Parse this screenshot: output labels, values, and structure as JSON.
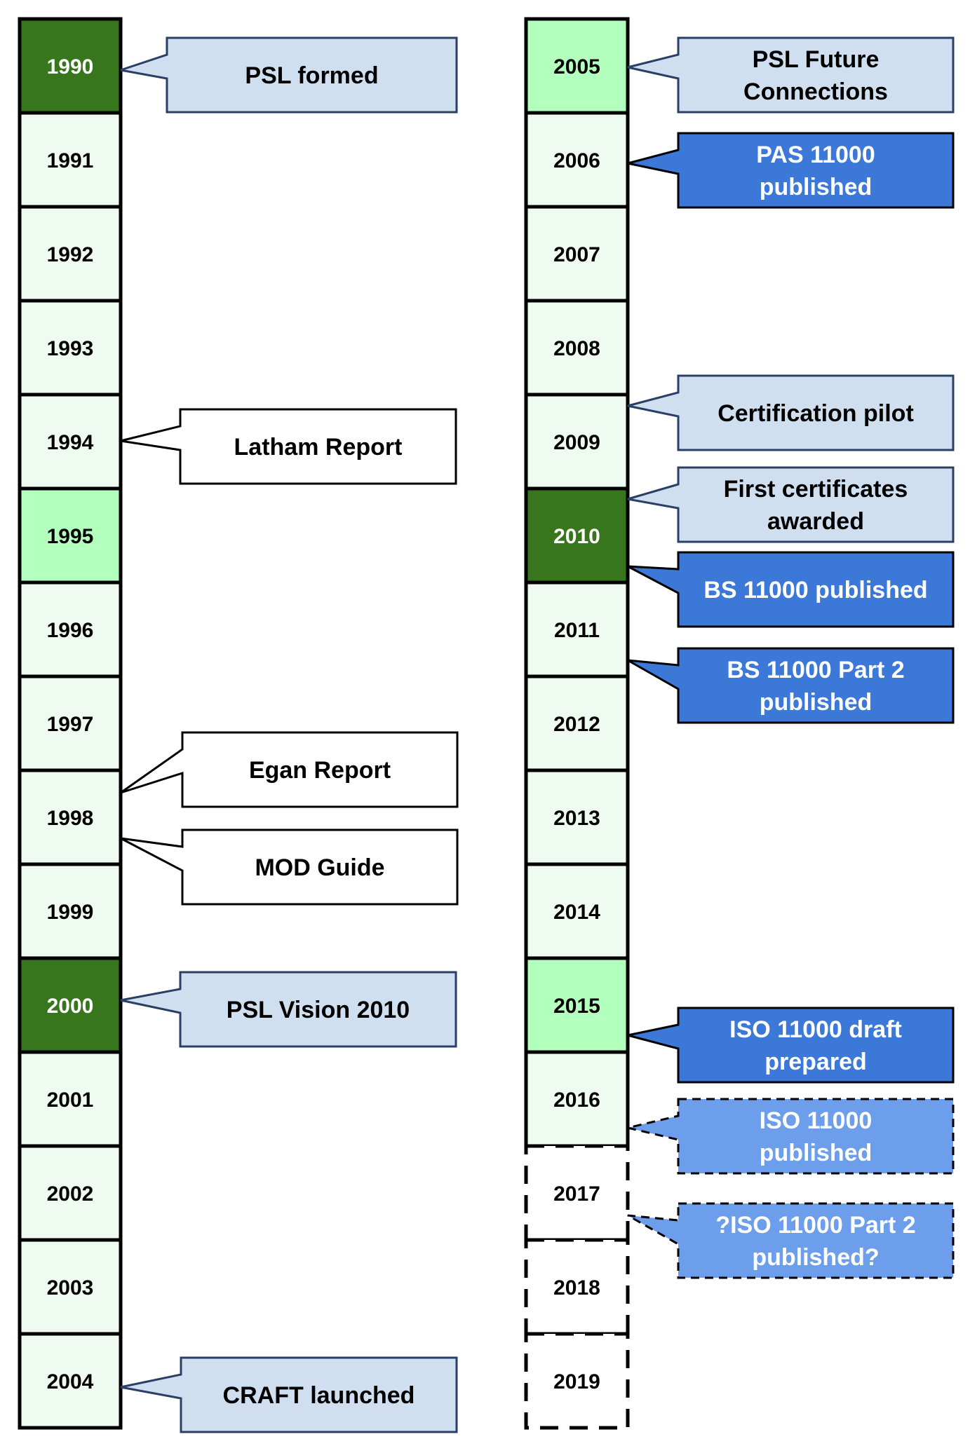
{
  "colors": {
    "year_default": "#effbf0",
    "year_light": "#b3ffbd",
    "year_dark": "#38761d",
    "year_future": "#ffffff",
    "callout_plain": "#ffffff",
    "callout_light": "#d0dff0",
    "callout_dark": "#3b78d8",
    "callout_future": "#6d9eeb",
    "stroke": "#000000",
    "stroke_light": "#2a3f66"
  },
  "left_column": [
    {
      "year": "1990",
      "style": "dark"
    },
    {
      "year": "1991",
      "style": "default"
    },
    {
      "year": "1992",
      "style": "default"
    },
    {
      "year": "1993",
      "style": "default"
    },
    {
      "year": "1994",
      "style": "default"
    },
    {
      "year": "1995",
      "style": "light"
    },
    {
      "year": "1996",
      "style": "default"
    },
    {
      "year": "1997",
      "style": "default"
    },
    {
      "year": "1998",
      "style": "default"
    },
    {
      "year": "1999",
      "style": "default"
    },
    {
      "year": "2000",
      "style": "dark"
    },
    {
      "year": "2001",
      "style": "default"
    },
    {
      "year": "2002",
      "style": "default"
    },
    {
      "year": "2003",
      "style": "default"
    },
    {
      "year": "2004",
      "style": "default"
    }
  ],
  "right_column": [
    {
      "year": "2005",
      "style": "light"
    },
    {
      "year": "2006",
      "style": "default"
    },
    {
      "year": "2007",
      "style": "default"
    },
    {
      "year": "2008",
      "style": "default"
    },
    {
      "year": "2009",
      "style": "default"
    },
    {
      "year": "2010",
      "style": "dark"
    },
    {
      "year": "2011",
      "style": "default"
    },
    {
      "year": "2012",
      "style": "default"
    },
    {
      "year": "2013",
      "style": "default"
    },
    {
      "year": "2014",
      "style": "default"
    },
    {
      "year": "2015",
      "style": "light"
    },
    {
      "year": "2016",
      "style": "default"
    },
    {
      "year": "2017",
      "style": "future"
    },
    {
      "year": "2018",
      "style": "future"
    },
    {
      "year": "2019",
      "style": "future"
    }
  ],
  "events": [
    {
      "column": "left",
      "year": "1990",
      "lines": [
        "PSL formed"
      ],
      "style": "light"
    },
    {
      "column": "left",
      "year": "1994",
      "lines": [
        "Latham Report"
      ],
      "style": "plain"
    },
    {
      "column": "left",
      "year": "1998",
      "lines": [
        "Egan Report"
      ],
      "style": "plain"
    },
    {
      "column": "left",
      "year": "1998",
      "lines": [
        "MOD Guide"
      ],
      "style": "plain"
    },
    {
      "column": "left",
      "year": "2000",
      "lines": [
        "PSL Vision 2010"
      ],
      "style": "light"
    },
    {
      "column": "left",
      "year": "2004",
      "lines": [
        "CRAFT launched"
      ],
      "style": "light"
    },
    {
      "column": "right",
      "year": "2005",
      "lines": [
        "PSL Future",
        "Connections"
      ],
      "style": "light"
    },
    {
      "column": "right",
      "year": "2006",
      "lines": [
        "PAS 11000",
        "published"
      ],
      "style": "dark"
    },
    {
      "column": "right",
      "year": "2009",
      "lines": [
        "Certification pilot"
      ],
      "style": "light"
    },
    {
      "column": "right",
      "year": "2010",
      "lines": [
        "First certificates",
        "awarded"
      ],
      "style": "light"
    },
    {
      "column": "right",
      "year": "2010",
      "lines": [
        "BS 11000 published"
      ],
      "style": "dark"
    },
    {
      "column": "right",
      "year": "2011",
      "lines": [
        "BS 11000 Part 2",
        "published"
      ],
      "style": "dark"
    },
    {
      "column": "right",
      "year": "2015",
      "lines": [
        "ISO 11000 draft",
        "prepared"
      ],
      "style": "dark"
    },
    {
      "column": "right",
      "year": "2016",
      "lines": [
        "ISO 11000",
        "published"
      ],
      "style": "future"
    },
    {
      "column": "right",
      "year": "2017",
      "lines": [
        "?ISO 11000 Part 2",
        "published?"
      ],
      "style": "future"
    }
  ]
}
